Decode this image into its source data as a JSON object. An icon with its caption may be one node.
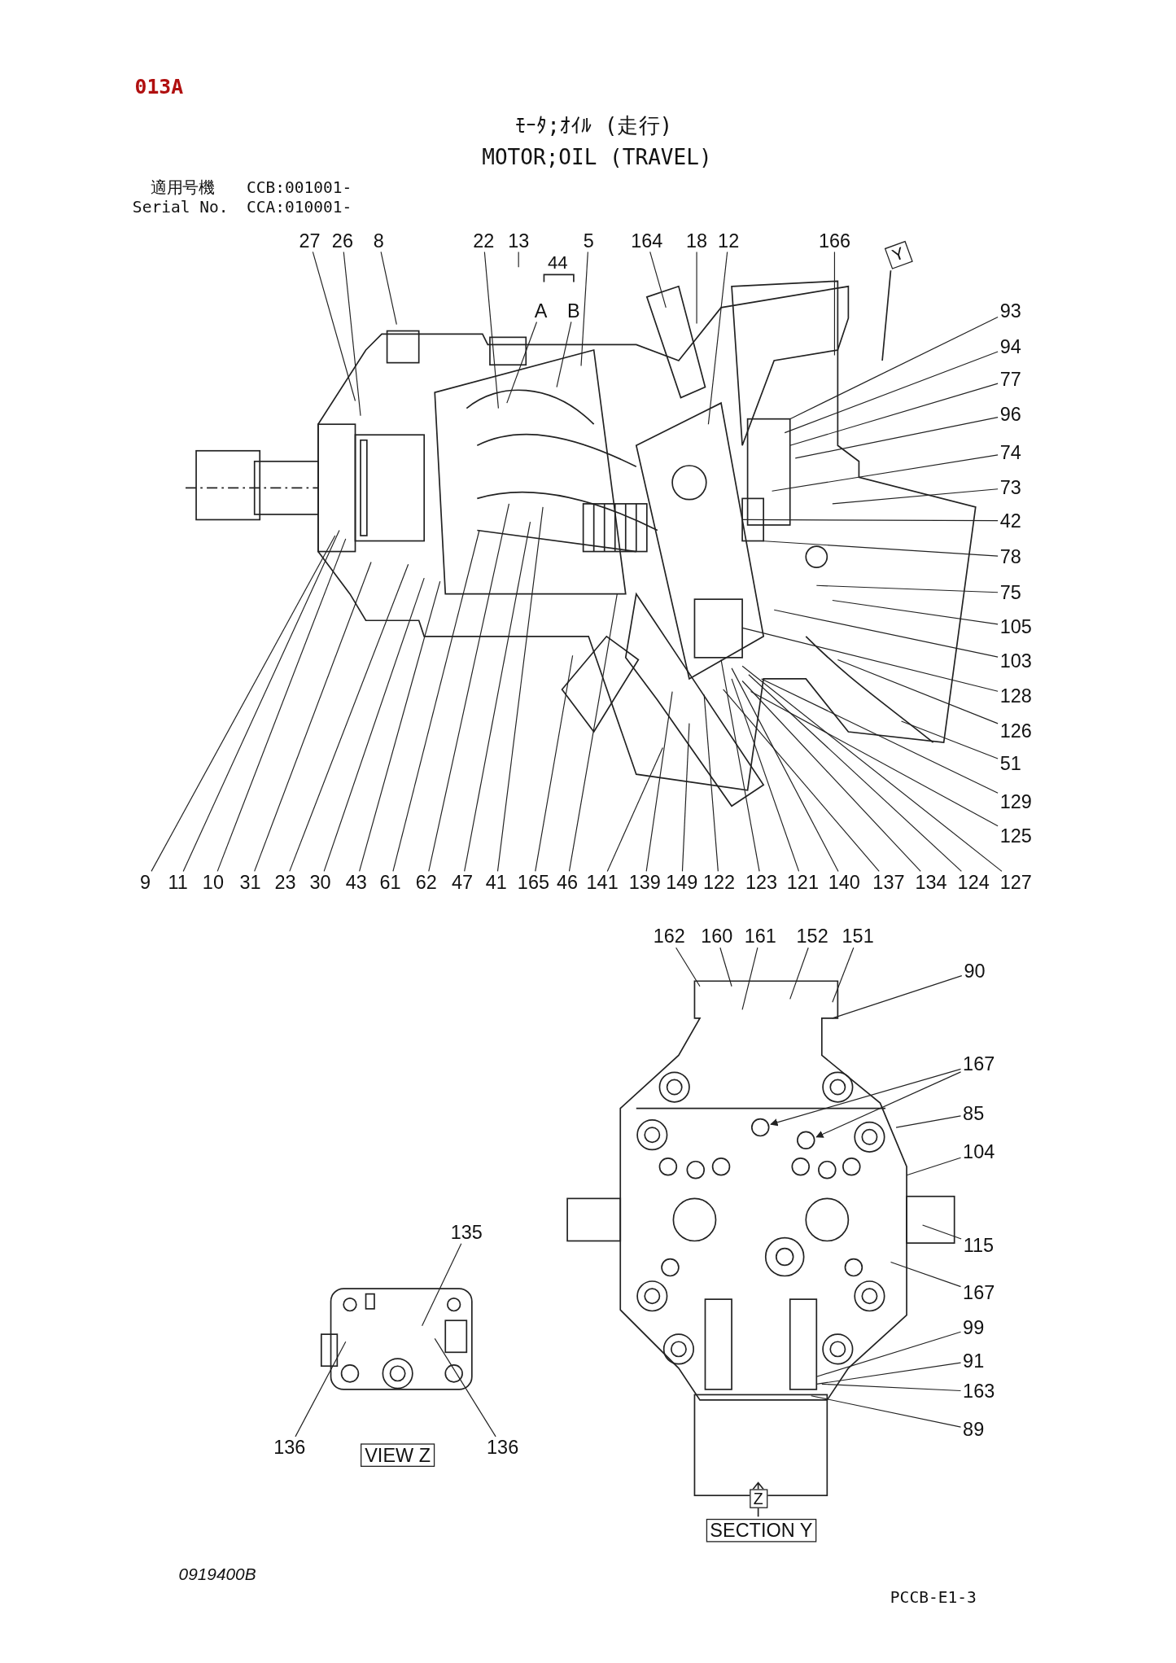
{
  "diagram": {
    "title": "ﾓｰﾀ;ｵｲﾙ (走行)",
    "nodes": [
      {
        "text": [
          "27"
        ]
      },
      {
        "text": [
          "26"
        ]
      },
      {
        "text": [
          "8"
        ]
      },
      {
        "text": [
          "22"
        ]
      },
      {
        "text": [
          "13"
        ]
      },
      {
        "text": [
          "5"
        ]
      },
      {
        "text": [
          "164"
        ]
      },
      {
        "text": [
          "18"
        ]
      },
      {
        "text": [
          "12"
        ]
      },
      {
        "text": [
          "166"
        ]
      },
      {
        "text": [
          "A"
        ]
      },
      {
        "text": [
          "B"
        ]
      },
      {
        "text": [
          "93"
        ]
      },
      {
        "text": [
          "94"
        ]
      },
      {
        "text": [
          "77"
        ]
      },
      {
        "text": [
          "96"
        ]
      },
      {
        "text": [
          "74"
        ]
      },
      {
        "text": [
          "73"
        ]
      },
      {
        "text": [
          "42"
        ]
      },
      {
        "text": [
          "78"
        ]
      },
      {
        "text": [
          "75"
        ]
      },
      {
        "text": [
          "105"
        ]
      },
      {
        "text": [
          "103"
        ]
      },
      {
        "text": [
          "128"
        ]
      },
      {
        "text": [
          "126"
        ]
      },
      {
        "text": [
          "51"
        ]
      },
      {
        "text": [
          "129"
        ]
      },
      {
        "text": [
          "125"
        ]
      },
      {
        "text": [
          "9"
        ]
      },
      {
        "text": [
          "11"
        ]
      },
      {
        "text": [
          "10"
        ]
      },
      {
        "text": [
          "31"
        ]
      },
      {
        "text": [
          "23"
        ]
      },
      {
        "text": [
          "30"
        ]
      },
      {
        "text": [
          "43"
        ]
      },
      {
        "text": [
          "61"
        ]
      },
      {
        "text": [
          "62"
        ]
      },
      {
        "text": [
          "47"
        ]
      },
      {
        "text": [
          "41"
        ]
      },
      {
        "text": [
          "165"
        ]
      },
      {
        "text": [
          "46"
        ]
      },
      {
        "text": [
          "141"
        ]
      },
      {
        "text": [
          "139"
        ]
      },
      {
        "text": [
          "149"
        ]
      },
      {
        "text": [
          "122"
        ]
      },
      {
        "text": [
          "123"
        ]
      },
      {
        "text": [
          "121"
        ]
      },
      {
        "text": [
          "140"
        ]
      },
      {
        "text": [
          "137"
        ]
      },
      {
        "text": [
          "134"
        ]
      },
      {
        "text": [
          "124"
        ]
      },
      {
        "text": [
          "127"
        ]
      },
      {
        "text": [
          "162"
        ]
      },
      {
        "text": [
          "160"
        ]
      },
      {
        "text": [
          "161"
        ]
      },
      {
        "text": [
          "152"
        ]
      },
      {
        "text": [
          "151"
        ]
      },
      {
        "text": [
          "90"
        ]
      },
      {
        "text": [
          "167"
        ]
      },
      {
        "text": [
          "85"
        ]
      },
      {
        "text": [
          "104"
        ]
      },
      {
        "text": [
          "115"
        ]
      },
      {
        "text": [
          "167"
        ]
      },
      {
        "text": [
          "99"
        ]
      },
      {
        "text": [
          "91"
        ]
      },
      {
        "text": [
          "163"
        ]
      },
      {
        "text": [
          "89"
        ]
      },
      {
        "text": [
          "135"
        ]
      },
      {
        "text": [
          "136"
        ]
      },
      {
        "text": [
          "136"
        ]
      }
    ],
    "edges": [
      {
        "from": 0,
        "to": null,
        "arrow": "none"
      },
      {
        "from": 1,
        "to": null,
        "arrow": "none"
      },
      {
        "from": 2,
        "to": null,
        "arrow": "none"
      },
      {
        "from": 3,
        "to": null,
        "arrow": "none"
      },
      {
        "from": 4,
        "to": null,
        "arrow": "none"
      },
      {
        "from": 5,
        "to": null,
        "arrow": "none"
      },
      {
        "from": 6,
        "to": null,
        "arrow": "none"
      },
      {
        "from": 7,
        "to": null,
        "arrow": "none"
      },
      {
        "from": 8,
        "to": null,
        "arrow": "none"
      },
      {
        "from": 9,
        "to": null,
        "arrow": "none"
      },
      {
        "from": 10,
        "to": null,
        "arrow": "none"
      },
      {
        "from": 11,
        "to": null,
        "arrow": "none"
      },
      {
        "from": 12,
        "to": null,
        "arrow": "none"
      },
      {
        "from": 13,
        "to": null,
        "arrow": "none"
      },
      {
        "from": 14,
        "to": null,
        "arrow": "none"
      },
      {
        "from": 15,
        "to": null,
        "arrow": "none"
      },
      {
        "from": 16,
        "to": null,
        "arrow": "none"
      },
      {
        "from": 17,
        "to": null,
        "arrow": "none"
      },
      {
        "from": 18,
        "to": null,
        "arrow": "none"
      },
      {
        "from": 19,
        "to": null,
        "arrow": "none"
      },
      {
        "from": 20,
        "to": null,
        "arrow": "none"
      },
      {
        "from": 21,
        "to": null,
        "arrow": "none"
      },
      {
        "from": 22,
        "to": null,
        "arrow": "none"
      },
      {
        "from": 23,
        "to": null,
        "arrow": "none"
      },
      {
        "from": 24,
        "to": null,
        "arrow": "none"
      },
      {
        "from": 25,
        "to": null,
        "arrow": "none"
      },
      {
        "from": 26,
        "to": null,
        "arrow": "none"
      },
      {
        "from": 27,
        "to": null,
        "arrow": "none"
      },
      {
        "from": 28,
        "to": null,
        "arrow": "none"
      },
      {
        "from": 29,
        "to": null,
        "arrow": "none"
      },
      {
        "from": 30,
        "to": null,
        "arrow": "none"
      },
      {
        "from": 31,
        "to": null,
        "arrow": "none"
      },
      {
        "from": 32,
        "to": null,
        "arrow": "none"
      },
      {
        "from": 33,
        "to": null,
        "arrow": "none"
      },
      {
        "from": 34,
        "to": null,
        "arrow": "none"
      },
      {
        "from": 35,
        "to": null,
        "arrow": "none"
      },
      {
        "from": 36,
        "to": null,
        "arrow": "none"
      },
      {
        "from": 37,
        "to": null,
        "arrow": "none"
      },
      {
        "from": 38,
        "to": null,
        "arrow": "none"
      },
      {
        "from": 39,
        "to": null,
        "arrow": "none"
      },
      {
        "from": 40,
        "to": null,
        "arrow": "none"
      },
      {
        "from": 41,
        "to": null,
        "arrow": "none"
      },
      {
        "from": 42,
        "to": null,
        "arrow": "none"
      },
      {
        "from": 43,
        "to": null,
        "arrow": "none"
      },
      {
        "from": 44,
        "to": null,
        "arrow": "none"
      },
      {
        "from": 45,
        "to": null,
        "arrow": "none"
      },
      {
        "from": 46,
        "to": null,
        "arrow": "none"
      },
      {
        "from": 47,
        "to": null,
        "arrow": "none"
      },
      {
        "from": 48,
        "to": null,
        "arrow": "none"
      },
      {
        "from": 49,
        "to": null,
        "arrow": "none"
      },
      {
        "from": 50,
        "to": null,
        "arrow": "none"
      },
      {
        "from": 51,
        "to": null,
        "arrow": "none"
      },
      {
        "from": 52,
        "to": null,
        "arrow": "none"
      },
      {
        "from": 53,
        "to": null,
        "arrow": "none"
      },
      {
        "from": 54,
        "to": null,
        "arrow": "none"
      },
      {
        "from": 55,
        "to": null,
        "arrow": "none"
      },
      {
        "from": 56,
        "to": null,
        "arrow": "none"
      },
      {
        "from": 57,
        "to": null,
        "arrow": "none"
      },
      {
        "from": 58,
        "to": null,
        "arrow": "to"
      },
      {
        "from": 58,
        "to": null,
        "arrow": "to"
      },
      {
        "from": 59,
        "to": null,
        "arrow": "none"
      },
      {
        "from": 60,
        "to": null,
        "arrow": "none"
      },
      {
        "from": 61,
        "to": null,
        "arrow": "none"
      },
      {
        "from": 62,
        "to": null,
        "arrow": "none"
      },
      {
        "from": 63,
        "to": null,
        "arrow": "none"
      },
      {
        "from": 64,
        "to": null,
        "arrow": "none"
      },
      {
        "from": 65,
        "to": null,
        "arrow": "none"
      },
      {
        "from": 66,
        "to": null,
        "arrow": "none"
      },
      {
        "from": 67,
        "to": null,
        "arrow": "none"
      },
      {
        "from": 68,
        "to": null,
        "arrow": "none"
      },
      {
        "from": 69,
        "to": null,
        "arrow": "none"
      }
    ],
    "labels": [
      "013A",
      "MOTOR;OIL (TRAVEL)",
      "適用号機",
      "CCB:001001-",
      "Serial No.",
      "CCA:010001-",
      "44",
      "Y",
      "VIEW Z",
      "SECTION Y",
      "Z",
      "0919400B",
      "PCCB-E1-3"
    ]
  }
}
